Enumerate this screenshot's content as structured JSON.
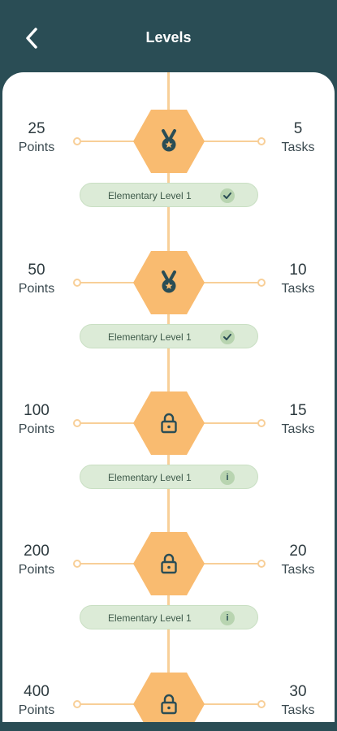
{
  "header": {
    "title": "Levels",
    "back_icon": "back-arrow-icon"
  },
  "levels": [
    {
      "points": "25",
      "points_unit": "Points",
      "tasks": "5",
      "tasks_unit": "Tasks",
      "label": "Elementary Level 1",
      "status": "completed",
      "icon": "medal-icon",
      "badge_icon": "check-icon"
    },
    {
      "points": "50",
      "points_unit": "Points",
      "tasks": "10",
      "tasks_unit": "Tasks",
      "label": "Elementary Level 1",
      "status": "completed",
      "icon": "medal-icon",
      "badge_icon": "check-icon"
    },
    {
      "points": "100",
      "points_unit": "Points",
      "tasks": "15",
      "tasks_unit": "Tasks",
      "label": "Elementary Level 1",
      "status": "locked",
      "icon": "lock-icon",
      "badge_icon": "info-icon",
      "badge_text": "i"
    },
    {
      "points": "200",
      "points_unit": "Points",
      "tasks": "20",
      "tasks_unit": "Tasks",
      "label": "Elementary Level 1",
      "status": "locked",
      "icon": "lock-icon",
      "badge_icon": "info-icon",
      "badge_text": "i"
    },
    {
      "points": "400",
      "points_unit": "Points",
      "tasks": "30",
      "tasks_unit": "Tasks",
      "status": "locked",
      "icon": "lock-icon"
    }
  ],
  "colors": {
    "header": "#2a4d55",
    "hexagon": "#f9bb70",
    "connector": "#f8cf98",
    "pill": "#dcebd7",
    "text": "#2d3a3f"
  }
}
